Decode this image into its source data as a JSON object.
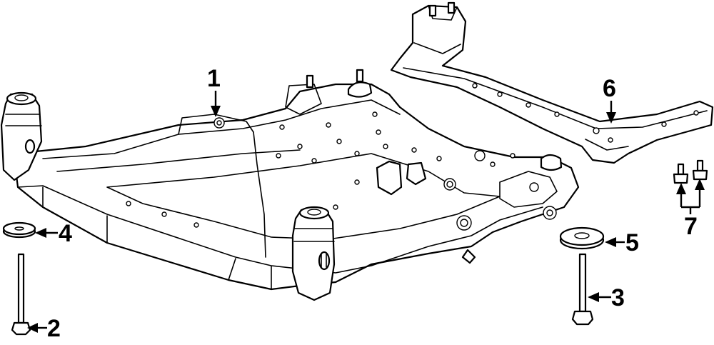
{
  "diagram": {
    "colors": {
      "line": "#000000",
      "background": "#ffffff"
    },
    "callouts": [
      {
        "id": "1",
        "label": "1"
      },
      {
        "id": "2",
        "label": "2"
      },
      {
        "id": "3",
        "label": "3"
      },
      {
        "id": "4",
        "label": "4"
      },
      {
        "id": "5",
        "label": "5"
      },
      {
        "id": "6",
        "label": "6"
      },
      {
        "id": "7",
        "label": "7"
      }
    ]
  }
}
